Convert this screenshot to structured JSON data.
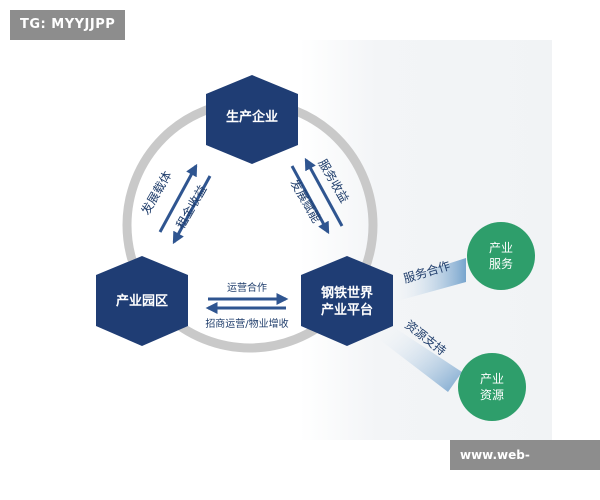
{
  "watermark": {
    "top": "TG: MYYJJPP",
    "bottom": "www.web-dejia.com"
  },
  "nodes": {
    "top_hex": "生产企业",
    "left_hex": "产业园区",
    "right_hex_line1": "钢铁世界",
    "right_hex_line2": "产业平台"
  },
  "arrows": {
    "left_outer": "发展载体",
    "left_inner": "租金收益",
    "right_outer": "服务收益",
    "right_inner": "发展赋能",
    "bottom_top": "运营合作",
    "bottom_bottom": "招商运营/物业增收",
    "to_service": "服务合作",
    "to_resource": "资源支持"
  },
  "outputs": {
    "service_line1": "产业",
    "service_line2": "服务",
    "resource_line1": "产业",
    "resource_line2": "资源"
  },
  "colors": {
    "hex": "#1f3d74",
    "arrow": "#2f5590",
    "ring": "#c9c9c9",
    "green": "#2e9e6b",
    "wedge": "#6a9cc7"
  }
}
